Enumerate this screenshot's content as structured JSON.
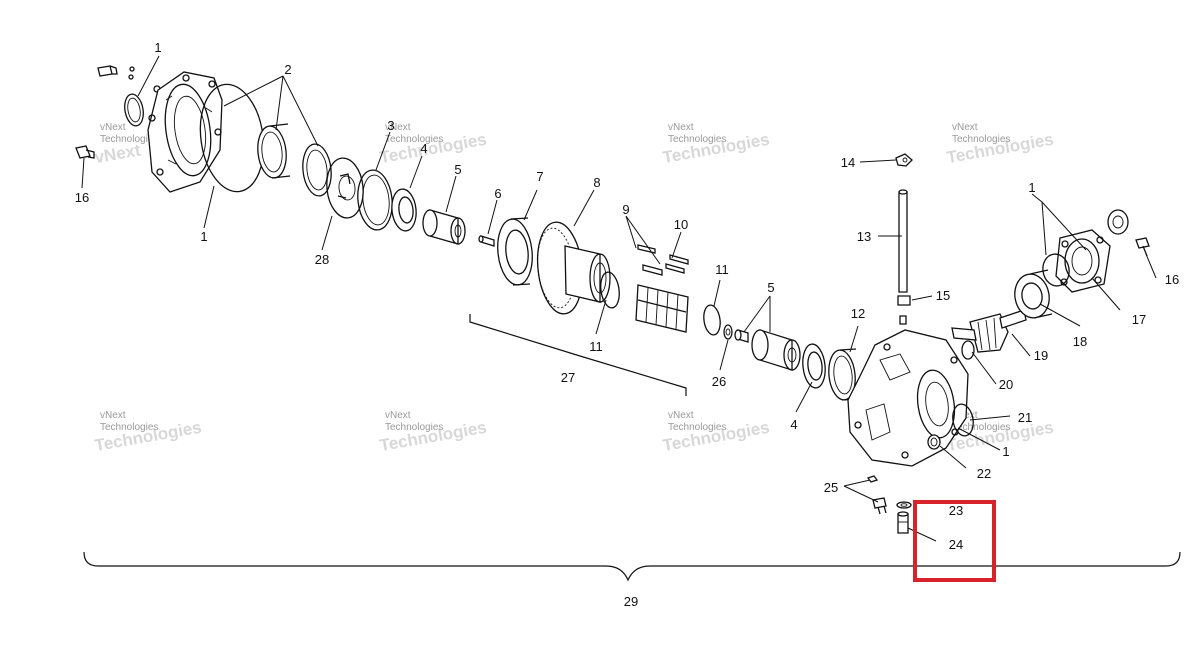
{
  "callouts": [
    {
      "id": "c1a",
      "text": "1"
    },
    {
      "id": "c2",
      "text": "2"
    },
    {
      "id": "c16a",
      "text": "16"
    },
    {
      "id": "c1b",
      "text": "1"
    },
    {
      "id": "c28",
      "text": "28"
    },
    {
      "id": "c3",
      "text": "3"
    },
    {
      "id": "c4a",
      "text": "4"
    },
    {
      "id": "c5a",
      "text": "5"
    },
    {
      "id": "c6",
      "text": "6"
    },
    {
      "id": "c7",
      "text": "7"
    },
    {
      "id": "c8",
      "text": "8"
    },
    {
      "id": "c9",
      "text": "9"
    },
    {
      "id": "c10",
      "text": "10"
    },
    {
      "id": "c11a",
      "text": "11"
    },
    {
      "id": "c11b",
      "text": "11"
    },
    {
      "id": "c27",
      "text": "27"
    },
    {
      "id": "c5b",
      "text": "5"
    },
    {
      "id": "c26",
      "text": "26"
    },
    {
      "id": "c4b",
      "text": "4"
    },
    {
      "id": "c12",
      "text": "12"
    },
    {
      "id": "c14",
      "text": "14"
    },
    {
      "id": "c13",
      "text": "13"
    },
    {
      "id": "c15",
      "text": "15"
    },
    {
      "id": "c1c",
      "text": "1"
    },
    {
      "id": "c16b",
      "text": "16"
    },
    {
      "id": "c17",
      "text": "17"
    },
    {
      "id": "c18",
      "text": "18"
    },
    {
      "id": "c19",
      "text": "19"
    },
    {
      "id": "c20",
      "text": "20"
    },
    {
      "id": "c21",
      "text": "21"
    },
    {
      "id": "c1d",
      "text": "1"
    },
    {
      "id": "c22",
      "text": "22"
    },
    {
      "id": "c25",
      "text": "25"
    },
    {
      "id": "c23",
      "text": "23"
    },
    {
      "id": "c24",
      "text": "24"
    },
    {
      "id": "c29",
      "text": "29"
    }
  ],
  "watermark": {
    "line1": "vNext",
    "line2": "Technologies"
  },
  "highlight": {
    "color": "#d9232a",
    "targets": [
      "23",
      "24"
    ]
  },
  "colors": {
    "ink": "#111111",
    "watermark": "#9a9a9a",
    "highlight": "#d9232a"
  }
}
